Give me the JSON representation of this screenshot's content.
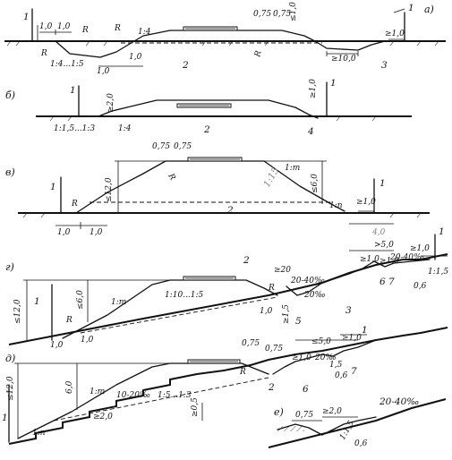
{
  "panels": [
    "а)",
    "б)",
    "в)",
    "г)",
    "д)",
    "е)"
  ],
  "a": {
    "labels": [
      "1",
      "1,0",
      "1,0",
      "R",
      "R",
      "R",
      "1:4...1:5",
      "1,0",
      "1,0",
      "1:4",
      "0,75",
      "0,75",
      "≤1,0",
      "R",
      "≥10,0",
      "≥1,0",
      "1",
      "2",
      "3"
    ]
  },
  "b": {
    "labels": [
      "1",
      "≥2,0",
      "1:1,5...1:3",
      "1:4",
      "≥1,0",
      "1",
      "2",
      "4"
    ]
  },
  "v": {
    "labels": [
      "0,75",
      "0,75",
      "R",
      "≤12,0",
      "1",
      "R",
      "1:m",
      "≤6,0",
      "1:15",
      "1:n",
      "≥1,0",
      "1",
      "2",
      "1,0",
      "1,0",
      "4,0"
    ]
  },
  "g": {
    "labels": [
      "1",
      "≤12,0",
      "≤6,0",
      "1:m",
      "R",
      "1,0",
      "1,0",
      "1:10...1:5",
      "2",
      "≥20",
      "R",
      "20-40‰",
      "1,0",
      "≥1,5",
      "20‰",
      "5",
      "3",
      ">5,0",
      "≥1,0",
      "≥1,0",
      "1",
      "20-40‰",
      "≥1,0",
      "1:1,5",
      "0,6",
      "6",
      "7"
    ]
  },
  "d": {
    "labels": [
      "≤12,0",
      "6,0",
      "1:m",
      "10-20‰",
      "1:5...1:3",
      "≥2,0",
      "≥0,5",
      "1:n",
      "1",
      "0,75",
      "0,75",
      "R",
      "2",
      "≤5,0",
      "≥1,0",
      "20‰",
      "≥1,0",
      "1",
      "1,5",
      "0,6",
      "6",
      "7"
    ]
  },
  "e": {
    "labels": [
      "0,75",
      "≥2,0",
      "20-40‰",
      "1:1,5",
      "0,6"
    ]
  }
}
